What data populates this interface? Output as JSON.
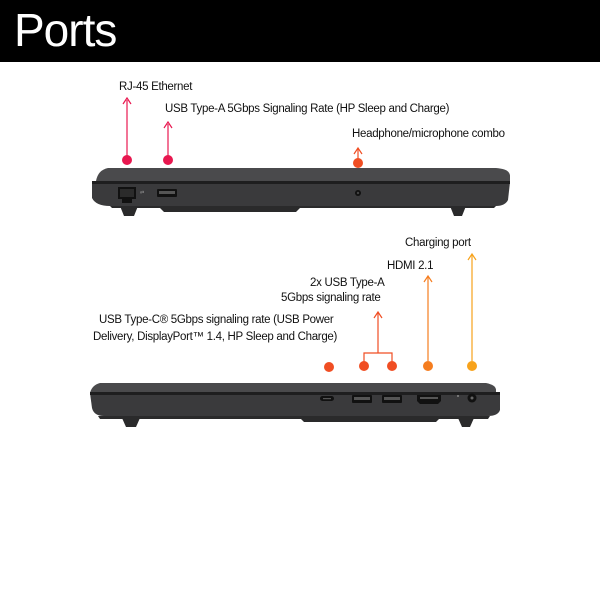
{
  "header": {
    "title": "Ports"
  },
  "left_side": {
    "ports": [
      {
        "label": "RJ-45 Ethernet",
        "color": "#e8174f"
      },
      {
        "label": "USB Type-A 5Gbps Signaling Rate (HP Sleep and Charge)",
        "color": "#e8174f"
      },
      {
        "label": "Headphone/microphone combo",
        "color": "#f04e23"
      }
    ]
  },
  "right_side": {
    "ports": [
      {
        "label_line1": "USB Type-C® 5Gbps signaling rate (USB Power",
        "label_line2": "Delivery, DisplayPort™ 1.4, HP Sleep and Charge)",
        "color": "#f04e23"
      },
      {
        "label_line1": "2x USB Type-A",
        "label_line2": "5Gbps signaling rate",
        "color": "#f04e23"
      },
      {
        "label": "HDMI 2.1",
        "color": "#f57d1f"
      },
      {
        "label": "Charging port",
        "color": "#f7a21b"
      }
    ]
  },
  "colors": {
    "header_bg": "#000000",
    "laptop_body": "#3a3a3c",
    "laptop_dark": "#1e1e1f"
  }
}
